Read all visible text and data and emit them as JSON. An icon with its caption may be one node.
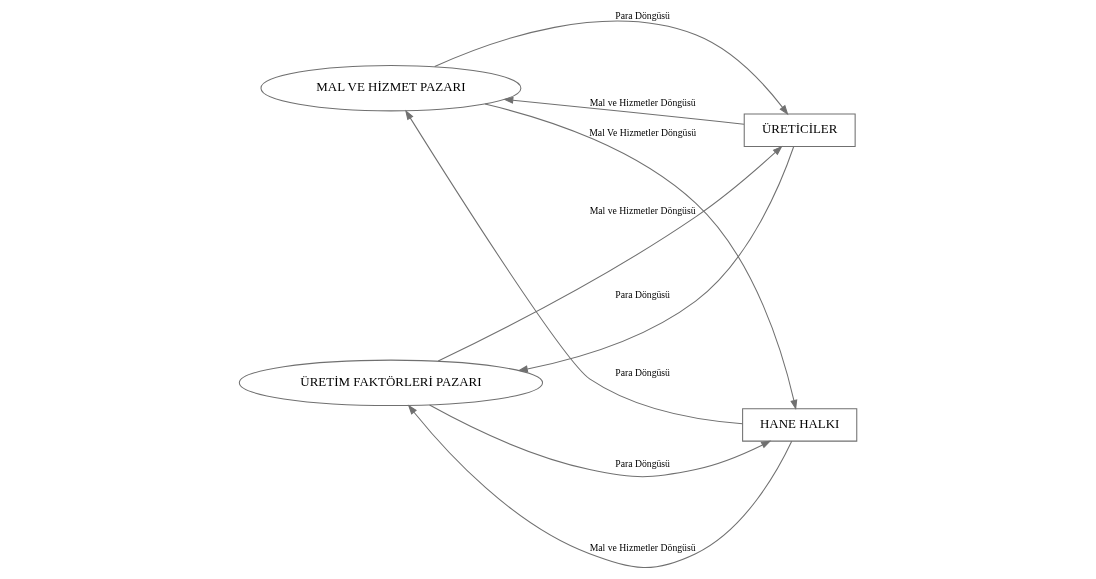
{
  "diagram": {
    "nodes": [
      {
        "text": [
          "MAL VE HİZMET PAZARI"
        ]
      },
      {
        "text": [
          "ÜRETİCİLER"
        ]
      },
      {
        "text": [
          "HANE HALKI"
        ]
      },
      {
        "text": [
          "ÜRETİM FAKTÖRLERİ PAZARI"
        ]
      }
    ],
    "edges": [
      {
        "from": 0,
        "to": 1,
        "arrow": "to",
        "label": "Para Döngüsü"
      },
      {
        "from": 1,
        "to": 0,
        "arrow": "to",
        "label": "Mal ve Hizmetler Döngüsü"
      },
      {
        "from": 2,
        "to": 0,
        "arrow": "to",
        "label": "Para Döngüsü"
      },
      {
        "from": 0,
        "to": 2,
        "arrow": "to",
        "label": "Mal Ve Hizmetler Döngüsü"
      },
      {
        "from": 2,
        "to": 3,
        "arrow": "to",
        "label": "Mal ve Hizmetler Döngüsü"
      },
      {
        "from": 3,
        "to": 2,
        "arrow": "to",
        "label": "Para Döngüsü"
      },
      {
        "from": 1,
        "to": 3,
        "arrow": "to",
        "label": "Para Döngüsü"
      },
      {
        "from": 3,
        "to": 1,
        "arrow": "to",
        "label": "Mal ve Hizmetler Döngüsü"
      }
    ]
  }
}
